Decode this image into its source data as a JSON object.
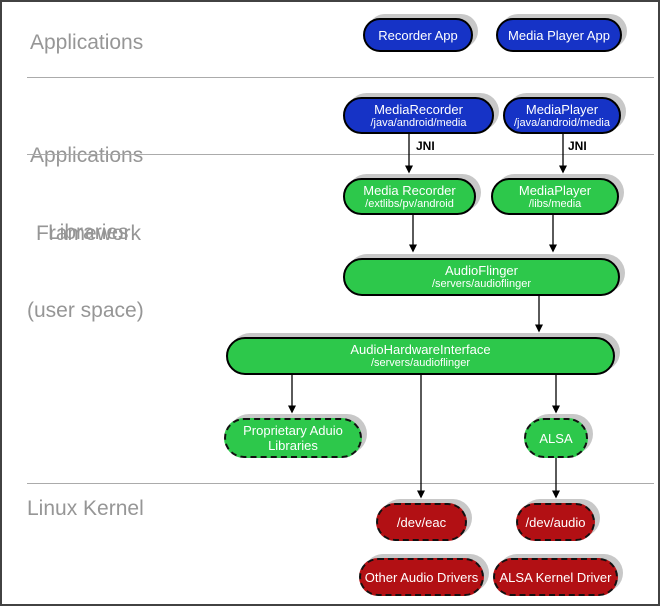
{
  "layers": {
    "applications": {
      "label": "Applications"
    },
    "framework": {
      "label_line1": "Applications",
      "label_line2": "Framework"
    },
    "libraries": {
      "label_line1": "Libraries",
      "label_line2": "(user space)"
    },
    "kernel": {
      "label": "Linux Kernel"
    }
  },
  "edge_labels": {
    "jni": "JNI"
  },
  "nodes": {
    "recorder_app": {
      "title": "Recorder App"
    },
    "media_player_app": {
      "title": "Media Player App"
    },
    "media_recorder_fw": {
      "title": "MediaRecorder",
      "subtitle": "/java/android/media"
    },
    "media_player_fw": {
      "title": "MediaPlayer",
      "subtitle": "/java/android/media"
    },
    "media_recorder_lib": {
      "title": "Media Recorder",
      "subtitle": "/extlibs/pv/android"
    },
    "media_player_lib": {
      "title": "MediaPlayer",
      "subtitle": "/libs/media"
    },
    "audio_flinger": {
      "title": "AudioFlinger",
      "subtitle": "/servers/audioflinger"
    },
    "audio_hardware_interface": {
      "title": "AudioHardwareInterface",
      "subtitle": "/servers/audioflinger"
    },
    "proprietary_audio_libraries": {
      "title": "Proprietary Aduio",
      "title2": "Libraries"
    },
    "alsa": {
      "title": "ALSA"
    },
    "dev_eac": {
      "title": "/dev/eac"
    },
    "dev_audio": {
      "title": "/dev/audio"
    },
    "other_audio_drivers": {
      "title": "Other Audio Drivers"
    },
    "alsa_kernel_driver": {
      "title": "ALSA Kernel Driver"
    }
  },
  "colors": {
    "app_blue": "#1633c6",
    "lib_green": "#2dc84b",
    "kernel_red": "#b21014",
    "shadow_gray": "#c8c8c8",
    "label_gray": "#969696",
    "divider_gray": "#ababab",
    "node_text": "#ffffff",
    "arrow_black": "#000000"
  }
}
